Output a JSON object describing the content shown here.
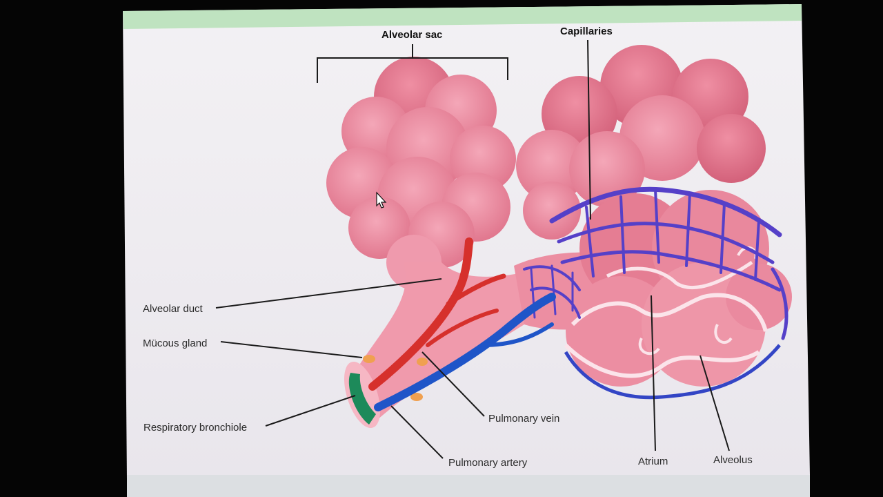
{
  "diagram": {
    "labels": {
      "alveolar_sac": "Alveolar sac",
      "capillaries": "Capillaries",
      "alveolar_duct": "Alveolar duct",
      "mucous_gland": "Mücous gland",
      "respiratory_bronchiole": "Respiratory bronchiole",
      "pulmonary_vein": "Pulmonary vein",
      "pulmonary_artery": "Pulmonary artery",
      "atrium": "Atrium",
      "alveolus": "Alveolus"
    }
  },
  "colors": {
    "alveoli": "#e3788f",
    "alveoli_light": "#f2a3b3",
    "vein_red": "#d6302c",
    "artery_blue": "#1f55c8",
    "capillary_purple": "#5c3fc2",
    "bronchiole_green": "#1d8a5a",
    "gland_orange": "#f0a050",
    "banner_green": "#bfe3c0"
  }
}
